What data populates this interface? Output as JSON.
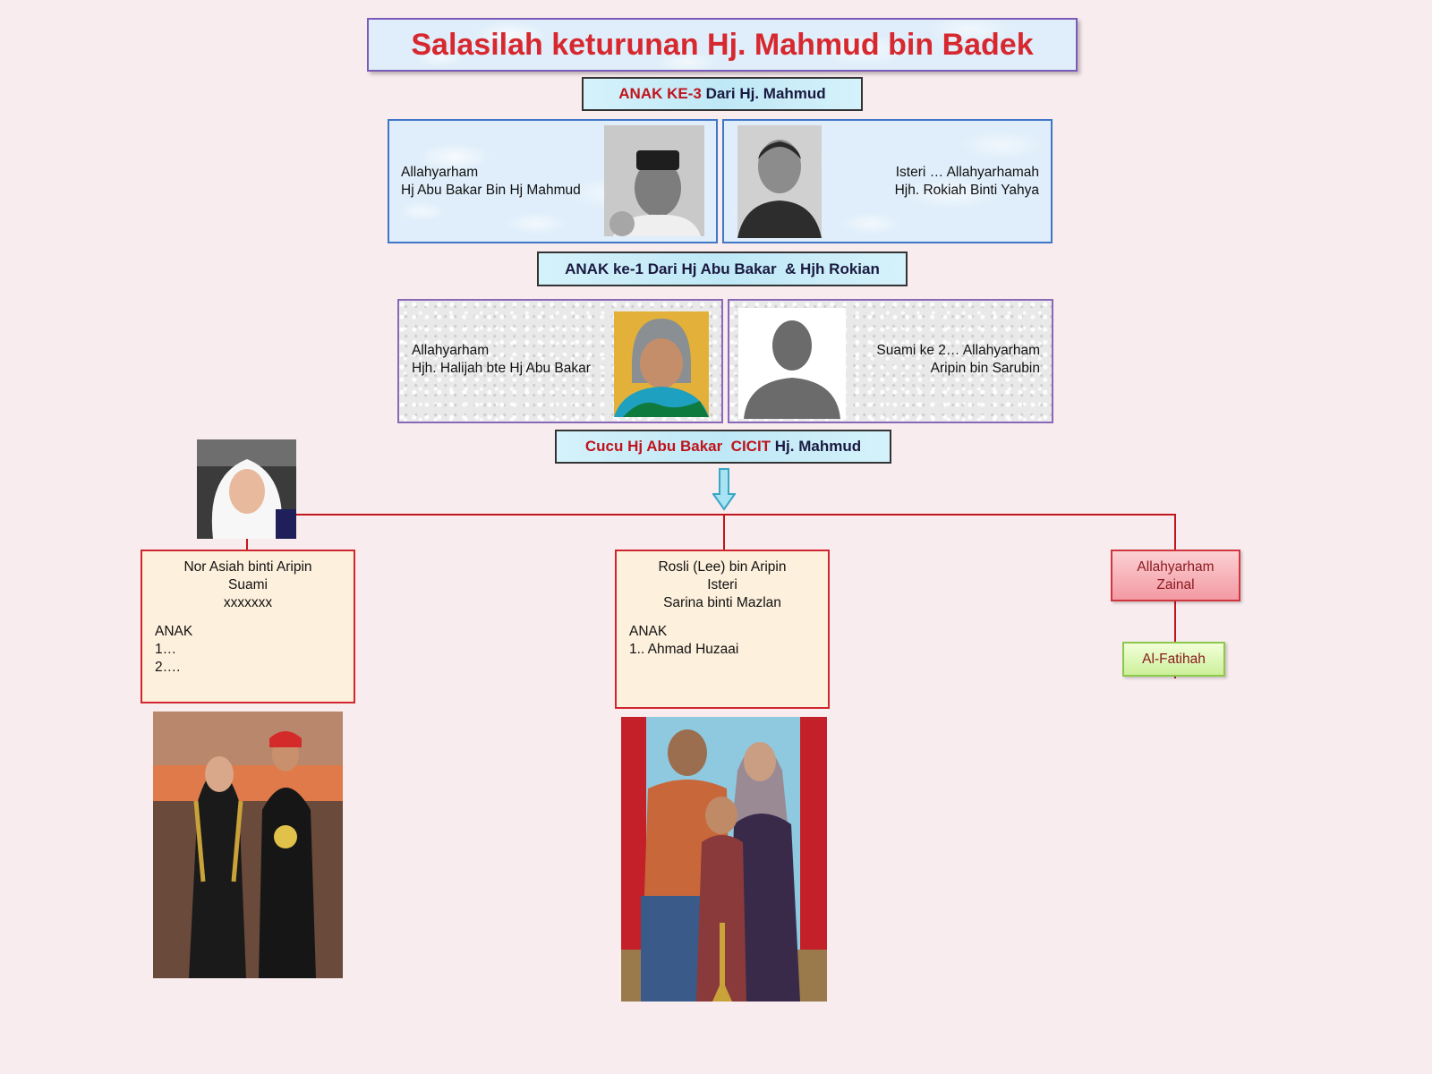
{
  "title": "Salasilah keturunan Hj. Mahmud bin Badek",
  "gen1_banner": {
    "part1": "ANAK KE-3",
    "part2": " Dari Hj. Mahmud"
  },
  "gen1": {
    "husband": {
      "line1": "Allahyarham",
      "line2": "Hj Abu Bakar Bin Hj Mahmud",
      "photo": "portrait-man-songkok"
    },
    "wife": {
      "line1": "Isteri … Allahyarhamah",
      "line2": "Hjh. Rokiah Binti Yahya",
      "photo": "portrait-elderly-woman"
    }
  },
  "gen2_banner": {
    "text": "ANAK ke-1 Dari Hj Abu Bakar  & Hjh Rokian"
  },
  "gen2": {
    "wife": {
      "line1": "Allahyarham",
      "line2": "Hjh. Halijah bte Hj Abu Bakar",
      "photo": "portrait-elderly-woman-headscarf"
    },
    "husband": {
      "line1": "Suami ke 2… Allahyarham",
      "line2": "Aripin bin Sarubin",
      "photo": "silhouette-placeholder"
    }
  },
  "gen3_banner": {
    "part1": "Cucu Hj Abu Bakar  CICIT",
    "part2": " Hj. Mahmud"
  },
  "children": [
    {
      "name": "Nor Asiah binti Aripin",
      "spouse_label": "Suami",
      "spouse": "xxxxxxx",
      "kids_label": "ANAK",
      "kids": [
        "1…",
        "2…."
      ],
      "photo_top": "portrait-woman-white-hijab",
      "photo_bottom": "photo-couple-traditional-attire"
    },
    {
      "name": "Rosli (Lee) bin Aripin",
      "spouse_label": "Isteri",
      "spouse": "Sarina binti Mazlan",
      "kids_label": "ANAK",
      "kids": [
        "1.. Ahmad Huzaai"
      ],
      "photo_bottom": "photo-family-with-child"
    },
    {
      "name_line1": "Allahyarham",
      "name_line2": "Zainal",
      "note": "Al-Fatihah"
    }
  ],
  "colors": {
    "title_red": "#d7282f",
    "connector_red": "#c3161c",
    "child_box_fill": "#fdf0dc"
  }
}
